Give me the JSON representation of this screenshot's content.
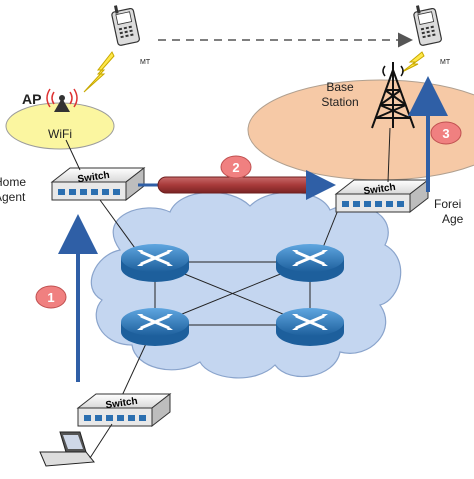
{
  "labels": {
    "mt_left": "MT",
    "mt_right": "MT",
    "ap": "AP",
    "wifi": "WiFi",
    "base_station_line1": "Base",
    "base_station_line2": "Station",
    "home_agent_line1": "Home",
    "home_agent_line2": "Agent",
    "foreign_agent_line1": "Forei",
    "foreign_agent_line2": "Age",
    "switch_home": "Switch",
    "switch_foreign": "Switch",
    "switch_bottom": "Switch"
  },
  "steps": [
    "1",
    "2",
    "3"
  ],
  "colors": {
    "arrow_blue": "#2f5fa6",
    "tunnel_red": "#a83a3a",
    "badge_pink": "#f08080",
    "wifi_yellow": "#fbf6a0",
    "cell_orange": "#f6c9a6",
    "cloud_blue": "#c4d6f0",
    "router_blue": "#2b76b8"
  }
}
